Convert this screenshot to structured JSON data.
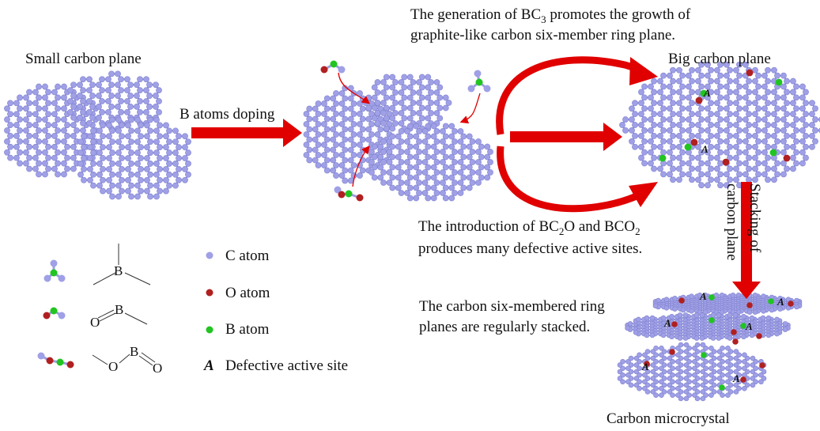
{
  "colors": {
    "carbon": "#9fa0e6",
    "carbon_stroke": "#8082cf",
    "bond": "#9c9ee0",
    "oxygen": "#b02020",
    "boron": "#22c422",
    "arrow": "#e00000"
  },
  "labels": {
    "small_plane": "Small carbon plane",
    "doping": "B atoms doping",
    "big_plane": "Big carbon plane",
    "bc3_line1_a": "The generation of BC",
    "bc3_line1_sub": "3",
    "bc3_line1_b": " promotes the growth of",
    "bc3_line2": "graphite-like carbon six-member ring plane.",
    "intro_line1_a": "The introduction of BC",
    "intro_line1_sub1": "2",
    "intro_line1_b": "O and BCO",
    "intro_line1_sub2": "2",
    "intro_line2": "produces many defective active sites.",
    "stacking_line1": "Stacking of",
    "stacking_line2": "carbon plane",
    "stacked_line1": "The carbon six-membered ring",
    "stacked_line2": "planes are regularly stacked.",
    "microcrystal": "Carbon microcrystal"
  },
  "legend": {
    "c_atom": "C atom",
    "o_atom": "O atom",
    "b_atom": "B atom",
    "a_symbol": "A",
    "defective": "Defective active site",
    "b_letter": "B",
    "o_letter": "O"
  },
  "site_marker": "A"
}
